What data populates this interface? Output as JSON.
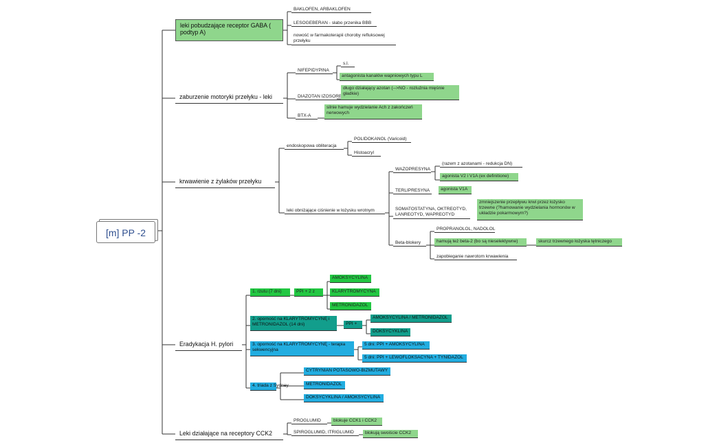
{
  "root": {
    "label": "[m] PP -2"
  },
  "branches": {
    "gaba": {
      "label": "leki pobudzające receptor GABA ( podtyp A)",
      "items": [
        "BAKLOFEN, ARBAKLOFEN",
        "LESOGEBERAN - słabo przenika BBB",
        "nowość w farmakoterapii choroby refluksowej przełyku"
      ]
    },
    "motility": {
      "label": "zaburzenie motoryki przełyku - leki",
      "nifedipine": "NIFEPIDYPINA",
      "nifedipine_route": "s.l.",
      "nifedipine_desc": "antagonista kanałów wapniowych typu L",
      "diazotan": "DIAZOTAN IZOSORBIDU",
      "diazotan_desc": "długo działający azotan (-->NO - rozluźnia mięśnie gładkie)",
      "btx": "BTX-A",
      "btx_desc": "silnie hamuje wydzielanie Ach z zakończeń nerwowych"
    },
    "varices": {
      "label": "krwawienie z żylaków przełyku",
      "endo": "endoskopowa obliteracja",
      "polidokanol": "POLIDOKANOL (Varicoid)",
      "histoacryl": "Histoacryl",
      "pressure": "leki obniżające ciśnienie w łożysku wrotnym",
      "wazopresyna": "WAZOPRESYNA",
      "wazopresyna_note": "(razem z azotanami - redukcja DN)",
      "wazopresyna_desc": "agonista V2 i V1A (ex definitione)",
      "terlipresyna": "TERLIPRESYNA",
      "terlipresyna_desc": "agonista V1A",
      "somatostatyna": "SOMATOSTATYNA, OKTREOTYD, LANREOTYD, WAPREOTYD",
      "somatostatyna_desc": "zmniejszenie przepływu krwi przez łożysko trzewne (?hamowanie wydzielania hormonów w układzie pokarmowym?)",
      "betablokery": "Beta-blokery",
      "propranolol": "PROPRANOLOL, NADOLOL",
      "beta2": "hamują też beta-2 (bo są nieselektywne)",
      "skurcz": "skurcz trzewnego łożyska tętniczego",
      "zapobieganie": "zapobieganie nawrotom krwawienia"
    },
    "hpylori": {
      "label": "Eradykacja H. pylori",
      "line1": "1. rzutu (7 dni)",
      "ppi2z": "PPI + 2 z",
      "amoks": "AMOKSYCYLINA",
      "klary": "KLARYTROMYCYNA",
      "metro": "METRONIDAZOL",
      "line2": "2. oporność na KLARYTROMYCYNĘ i METRONIDAZOL (14 dni)",
      "ppiplus": "PPI +",
      "amoks_metro": "AMOKSYCYLINA / METRONIDAZOL",
      "doksy": "DOKSYCYKLINA",
      "line3": "3. oporność na KLARYTROMYCYNĘ - terapia sekwencyjna",
      "seq1": "5 dni: PPI + AMOKSYCYLINA",
      "seq2": "5 dni: PPI + LEWOFLOKSACYNA + TYNIDAZOL",
      "line4": "4. triada z Sydney",
      "cytr": "CYTRYNIAN POTASOWO-BIZMUTAWY",
      "metro2": "METRONIDAZOL",
      "doksy_amoks": "DOKSYCYKLINA / AMOKSYCYLINA"
    },
    "cck2": {
      "label": "Leki działające na receptory CCK2",
      "proglumid": "PROGLUMID",
      "proglumid_desc": "blokuje CCK1 i CCK2",
      "spiro": "SPIROGLUMID, ITRIGLUMID",
      "spiro_desc": "blokują swoiście CCK2"
    }
  },
  "colors": {
    "light_green": "#8fd68c",
    "green": "#22c742",
    "teal": "#129e8c",
    "blue": "#22ade0",
    "root_text": "#2f4f8f"
  }
}
